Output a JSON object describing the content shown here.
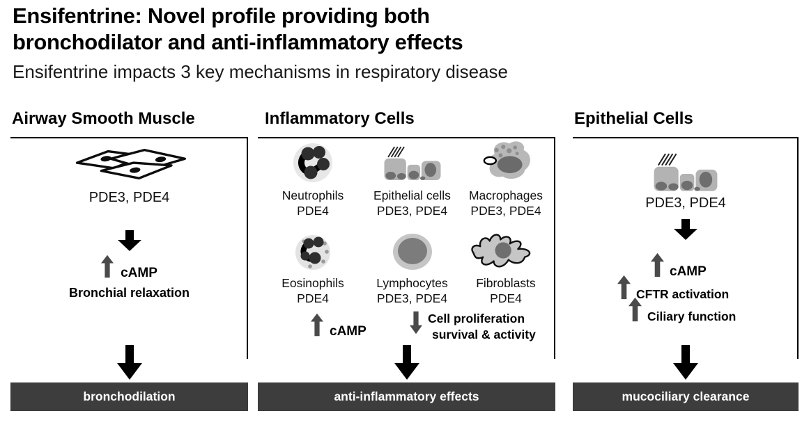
{
  "header": {
    "title_line1": "Ensifentrine: Novel profile providing both",
    "title_line2": "bronchodilator and anti-inflammatory effects",
    "subtitle": "Ensifentrine impacts 3 key mechanisms in respiratory disease"
  },
  "columns": [
    {
      "title": "Airway Smooth Muscle",
      "enzymes": "PDE3, PDE4",
      "camp_label": "cAMP",
      "result_label": "Bronchial relaxation",
      "outcome": "bronchodilation"
    },
    {
      "title": "Inflammatory Cells",
      "cells": [
        {
          "name": "Neutrophils",
          "enzymes": "PDE4"
        },
        {
          "name": "Epithelial cells",
          "enzymes": "PDE3, PDE4"
        },
        {
          "name": "Macrophages",
          "enzymes": "PDE3, PDE4"
        },
        {
          "name": "Eosinophils",
          "enzymes": "PDE4"
        },
        {
          "name": "Lymphocytes",
          "enzymes": "PDE3, PDE4"
        },
        {
          "name": "Fibroblasts",
          "enzymes": "PDE4"
        }
      ],
      "camp_label": "cAMP",
      "down_effect_line1": "Cell proliferation",
      "down_effect_line2": "survival & activity",
      "outcome": "anti-inflammatory effects"
    },
    {
      "title": "Epithelial Cells",
      "enzymes": "PDE3, PDE4",
      "effects": [
        "cAMP",
        "CFTR activation",
        "Ciliary function"
      ],
      "outcome": "mucociliary clearance"
    }
  ],
  "icons": {
    "smooth-muscle-icon": "overlapping spindle-shaped muscle cells",
    "neutrophil-icon": "multi-lobed nucleus cell",
    "epithelial-cells-icon": "columnar cells with cilia",
    "macrophage-icon": "irregular blob cell with vacuole",
    "eosinophil-icon": "bi-lobed nucleus cell with granules",
    "lymphocyte-icon": "round cell with large nucleus",
    "fibroblast-icon": "star-shaped cell",
    "down-arrow-icon": "black block arrow pointing down",
    "up-arrow-icon": "gray block arrow pointing up",
    "down-small-arrow-icon": "gray block arrow pointing down"
  },
  "colors": {
    "outcome_bar_bg": "#3d3d3d",
    "outcome_bar_text": "#ffffff",
    "arrow_black": "#000000",
    "arrow_gray": "#4a4a4a",
    "cell_light_gray": "#e7e7e7",
    "cell_mid_gray": "#b5b5b5",
    "nucleus_dark_gray": "#6e6e6e",
    "nucleus_charcoal": "#2e2e2e"
  }
}
